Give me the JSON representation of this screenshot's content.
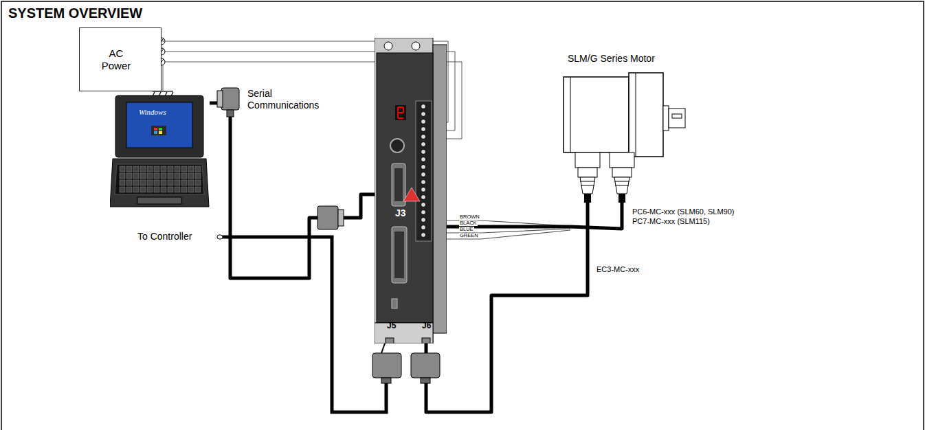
{
  "diagram": {
    "title": "SYSTEM OVERVIEW",
    "nodes": [
      {
        "text": [
          "AC Power"
        ]
      },
      {
        "text": [
          "Windows"
        ]
      },
      {
        "text": [
          "J3",
          "J5",
          "J6"
        ]
      },
      {
        "text": [
          "SLM/G Series Motor"
        ]
      }
    ],
    "edges": [
      {
        "from": 0,
        "to": 2,
        "arrow": "none"
      },
      {
        "from": 1,
        "to": 2,
        "arrow": "none"
      },
      {
        "from": 2,
        "to": 3,
        "arrow": "none"
      },
      {
        "from": 2,
        "to": 3,
        "arrow": "none"
      }
    ],
    "labels": [
      "Serial Communications",
      "To Controller",
      "BROWN",
      "BLACK",
      "BLUE",
      "GREEN",
      "PC6-MC-xxx (SLM60, SLM90)",
      "PC7-MC-xxx (SLM115)",
      "EC3-MC-xxx"
    ]
  }
}
